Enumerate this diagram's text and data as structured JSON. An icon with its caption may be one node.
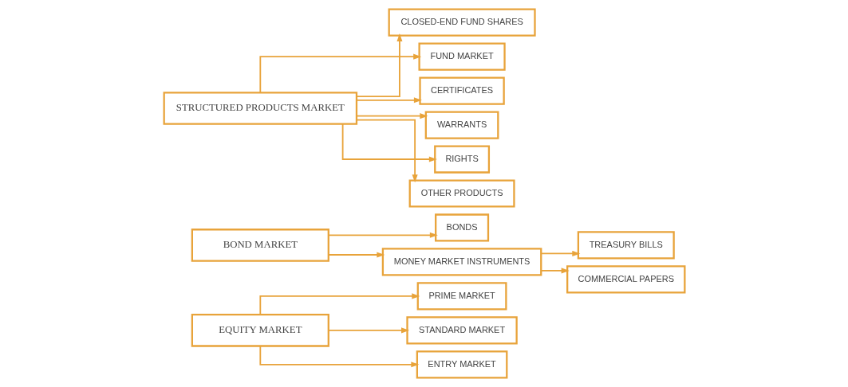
{
  "diagram": {
    "nodes": [
      {
        "text": [
          "EQUITY MARKET"
        ]
      },
      {
        "text": [
          "PRIME MARKET"
        ]
      },
      {
        "text": [
          "STANDARD MARKET"
        ]
      },
      {
        "text": [
          "ENTRY MARKET"
        ]
      },
      {
        "text": [
          "BOND MARKET"
        ]
      },
      {
        "text": [
          "BONDS"
        ]
      },
      {
        "text": [
          "MONEY MARKET INSTRUMENTS"
        ]
      },
      {
        "text": [
          "TREASURY BILLS"
        ]
      },
      {
        "text": [
          "COMMERCIAL PAPERS"
        ]
      },
      {
        "text": [
          "STRUCTURED PRODUCTS MARKET"
        ]
      },
      {
        "text": [
          "CLOSED-END FUND SHARES"
        ]
      },
      {
        "text": [
          "FUND MARKET"
        ]
      },
      {
        "text": [
          "CERTIFICATES"
        ]
      },
      {
        "text": [
          "WARRANTS"
        ]
      },
      {
        "text": [
          "RIGHTS"
        ]
      },
      {
        "text": [
          "OTHER PRODUCTS"
        ]
      }
    ],
    "edges": [
      {
        "from": 0,
        "to": 1,
        "arrow": "to"
      },
      {
        "from": 0,
        "to": 2,
        "arrow": "to"
      },
      {
        "from": 0,
        "to": 3,
        "arrow": "to"
      },
      {
        "from": 4,
        "to": 5,
        "arrow": "to"
      },
      {
        "from": 4,
        "to": 6,
        "arrow": "to"
      },
      {
        "from": 6,
        "to": 7,
        "arrow": "to"
      },
      {
        "from": 6,
        "to": 8,
        "arrow": "to"
      },
      {
        "from": 9,
        "to": 10,
        "arrow": "to"
      },
      {
        "from": 9,
        "to": 11,
        "arrow": "to"
      },
      {
        "from": 9,
        "to": 12,
        "arrow": "to"
      },
      {
        "from": 9,
        "to": 13,
        "arrow": "to"
      },
      {
        "from": 9,
        "to": 14,
        "arrow": "to"
      },
      {
        "from": 9,
        "to": 15,
        "arrow": "to"
      }
    ]
  }
}
